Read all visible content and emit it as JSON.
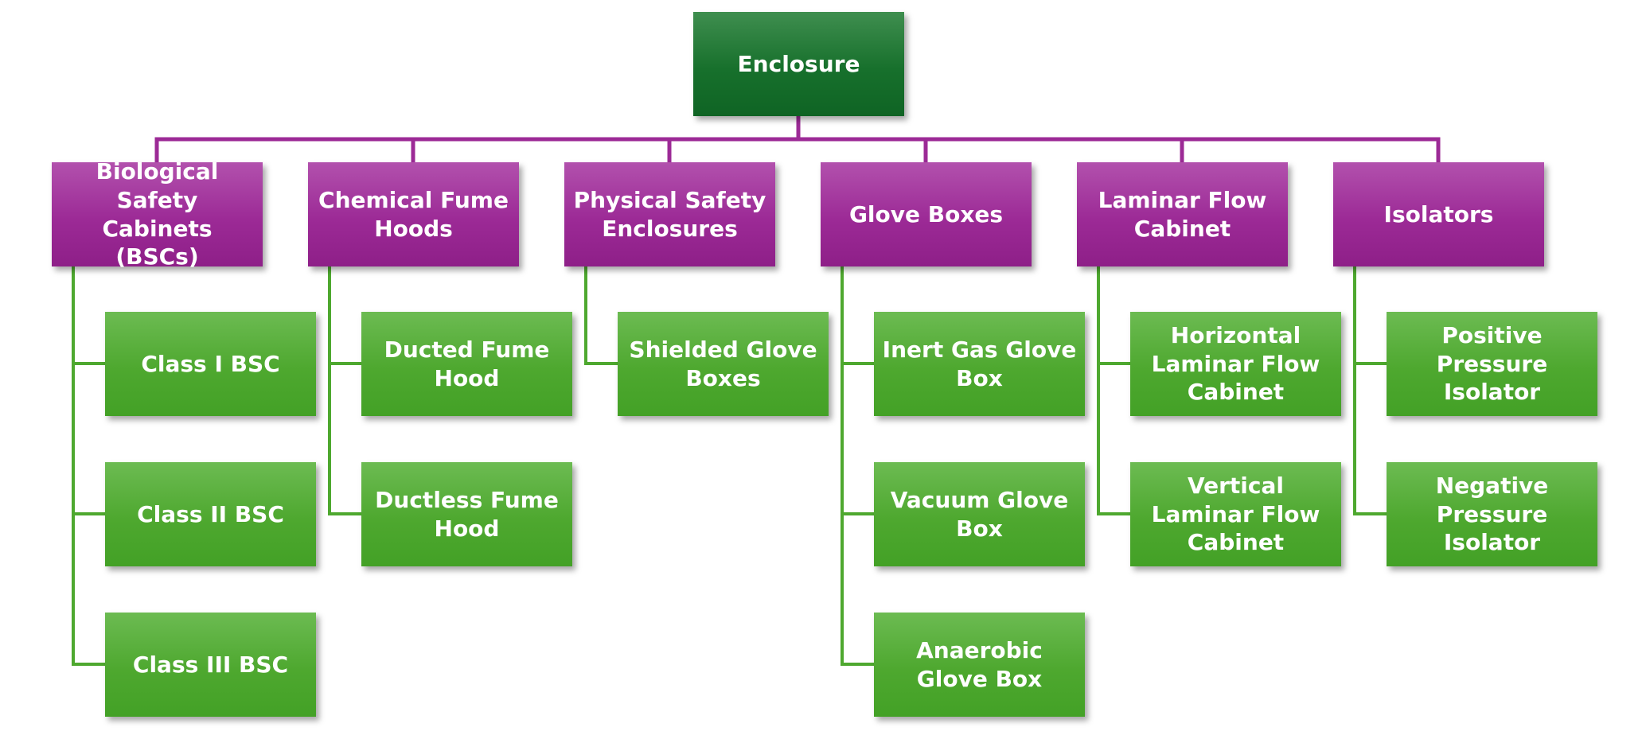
{
  "root": {
    "label": "Enclosure"
  },
  "colors": {
    "root": "#17702c",
    "category": "#9c2a96",
    "leaf": "#4ea82f",
    "connector_top": "#9c2a96",
    "connector_child": "#4ea82f"
  },
  "categories": [
    {
      "label": "Biological Safety Cabinets (BSCs)",
      "children": [
        "Class I BSC",
        "Class II BSC",
        "Class III BSC"
      ]
    },
    {
      "label": "Chemical Fume Hoods",
      "children": [
        "Ducted Fume Hood",
        "Ductless Fume Hood"
      ]
    },
    {
      "label": "Physical Safety Enclosures",
      "children": [
        "Shielded Glove Boxes"
      ]
    },
    {
      "label": "Glove Boxes",
      "children": [
        "Inert Gas Glove Box",
        "Vacuum Glove Box",
        "Anaerobic Glove Box"
      ]
    },
    {
      "label": "Laminar Flow Cabinet",
      "children": [
        "Horizontal Laminar Flow Cabinet",
        "Vertical Laminar Flow Cabinet"
      ]
    },
    {
      "label": "Isolators",
      "children": [
        "Positive Pressure Isolator",
        "Negative Pressure Isolator"
      ]
    }
  ]
}
